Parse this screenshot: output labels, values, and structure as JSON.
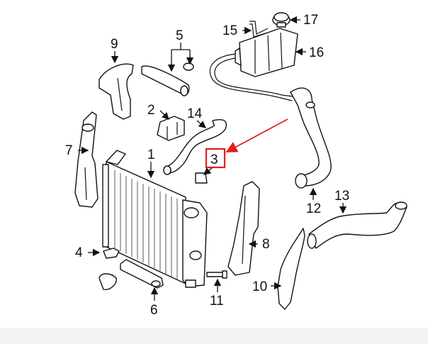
{
  "callouts": {
    "c1": "1",
    "c2": "2",
    "c3": "3",
    "c4": "4",
    "c5": "5",
    "c6": "6",
    "c7": "7",
    "c8": "8",
    "c9": "9",
    "c10": "10",
    "c11": "11",
    "c12": "12",
    "c13": "13",
    "c14": "14",
    "c15": "15",
    "c16": "16",
    "c17": "17"
  },
  "colors": {
    "highlight": "#e02020",
    "line": "#111111",
    "footer": "#f3f3f3"
  }
}
